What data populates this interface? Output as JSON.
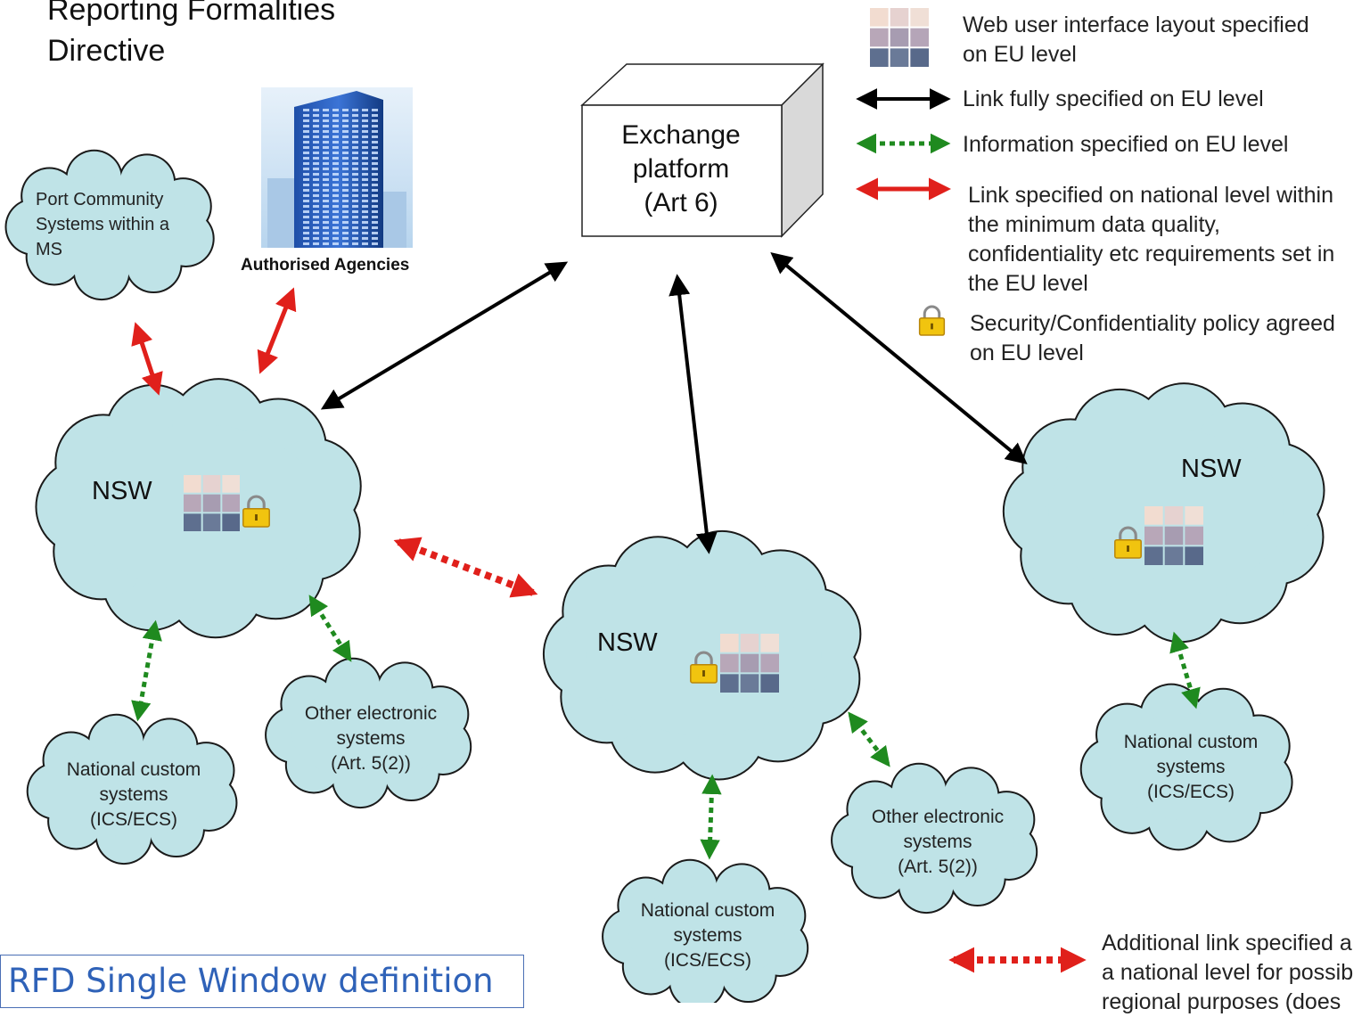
{
  "title_lines": [
    "Reporting Formalities",
    "Directive"
  ],
  "exchange_platform": {
    "lines": [
      "Exchange",
      "platform",
      "(Art 6)"
    ]
  },
  "authorised_agencies": "Authorised Agencies",
  "port_community": {
    "lines": [
      "Port Community",
      "Systems within a",
      "MS"
    ]
  },
  "nsw_label": "NSW",
  "national_custom": {
    "lines": [
      "National custom",
      "systems",
      "(ICS/ECS)"
    ]
  },
  "other_electronic": {
    "lines": [
      "Other electronic",
      "systems",
      "(Art. 5(2))"
    ]
  },
  "legend": {
    "web_ui": [
      "Web user interface layout specified",
      "on EU level"
    ],
    "link_full": "Link fully specified on EU level",
    "info": "Information specified on EU level",
    "link_national": [
      "Link specified on national level within",
      "the minimum data quality,",
      "confidentiality etc requirements set in",
      "the EU level"
    ],
    "security": [
      "Security/Confidentiality policy agreed",
      "on EU level"
    ],
    "additional": [
      "Additional link specified a",
      "a national level for possib",
      "regional purposes (does"
    ]
  },
  "rfd_label": "RFD Single Window definition",
  "colors": {
    "cloud_fill": "#bfe3e7",
    "cloud_stroke": "#1a1a1a",
    "eu_link": "#000000",
    "info_link": "#1f8a1f",
    "national_link": "#e0201b",
    "accent_blue": "#2f62b8"
  },
  "icons": [
    "building-icon",
    "grid-layout-icon",
    "padlock-icon"
  ]
}
